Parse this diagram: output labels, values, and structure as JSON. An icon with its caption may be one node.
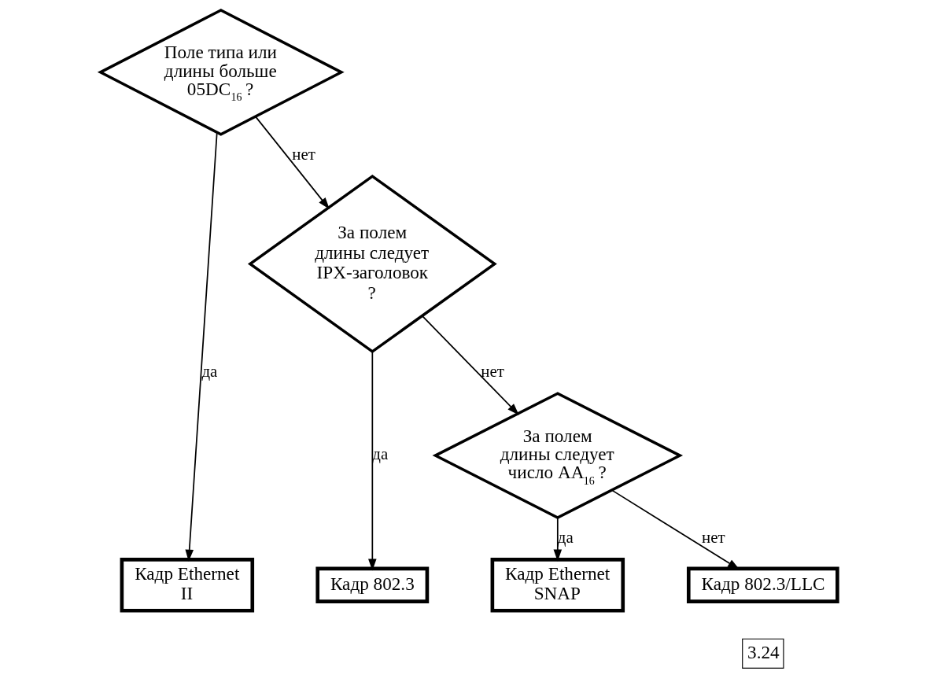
{
  "diagram": {
    "nodes": [
      {
        "text": [
          "Поле типа или длины больше 05DC$_{16}$ ?"
        ]
      },
      {
        "text": [
          "За полем длины следует IPX-заголовок ?"
        ]
      },
      {
        "text": [
          "За полем длины следует число AA$_{16}$ ?"
        ]
      },
      {
        "text": [
          "Кадр Ethernet II"
        ]
      },
      {
        "text": [
          "Кадр 802.3"
        ]
      },
      {
        "text": [
          "Кадр Ethernet SNAP"
        ]
      },
      {
        "text": [
          "Кадр 802.3/LLC"
        ]
      }
    ],
    "edges": [
      {
        "from": 0,
        "to": 3,
        "arrow": "to",
        "label": "да"
      },
      {
        "from": 0,
        "to": 1,
        "arrow": "to",
        "label": "нет"
      },
      {
        "from": 1,
        "to": 4,
        "arrow": "to",
        "label": "да"
      },
      {
        "from": 1,
        "to": 2,
        "arrow": "to",
        "label": "нет"
      },
      {
        "from": 2,
        "to": 5,
        "arrow": "to",
        "label": "да"
      },
      {
        "from": 2,
        "to": 6,
        "arrow": "to",
        "label": "нет"
      }
    ],
    "labels": [
      "3.24"
    ]
  }
}
